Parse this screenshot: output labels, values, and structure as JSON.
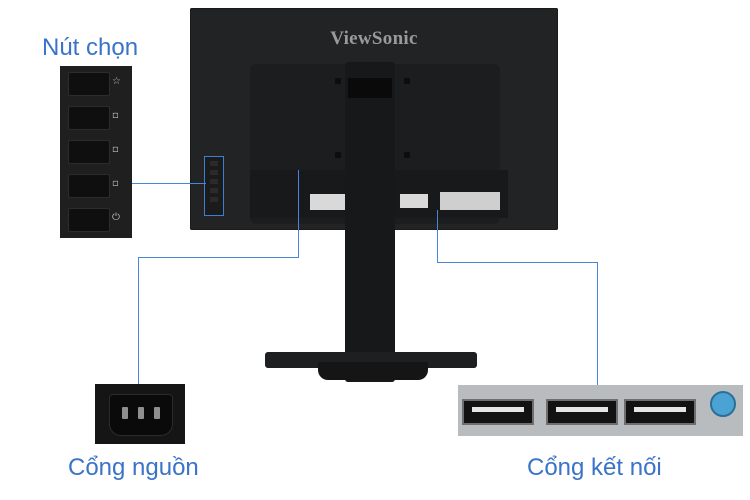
{
  "labels": {
    "buttons": "Nút chọn",
    "power": "Cổng nguồn",
    "ports": "Cổng kết nối"
  },
  "monitor": {
    "brand": "ViewSonic"
  },
  "button_panel": {
    "symbols": [
      "☆",
      "▫",
      "▫",
      "▫",
      "⏻"
    ]
  },
  "colors": {
    "callout": "#3a73c9",
    "monitor": "#222324",
    "audio_jack": "#4aa3d2"
  }
}
